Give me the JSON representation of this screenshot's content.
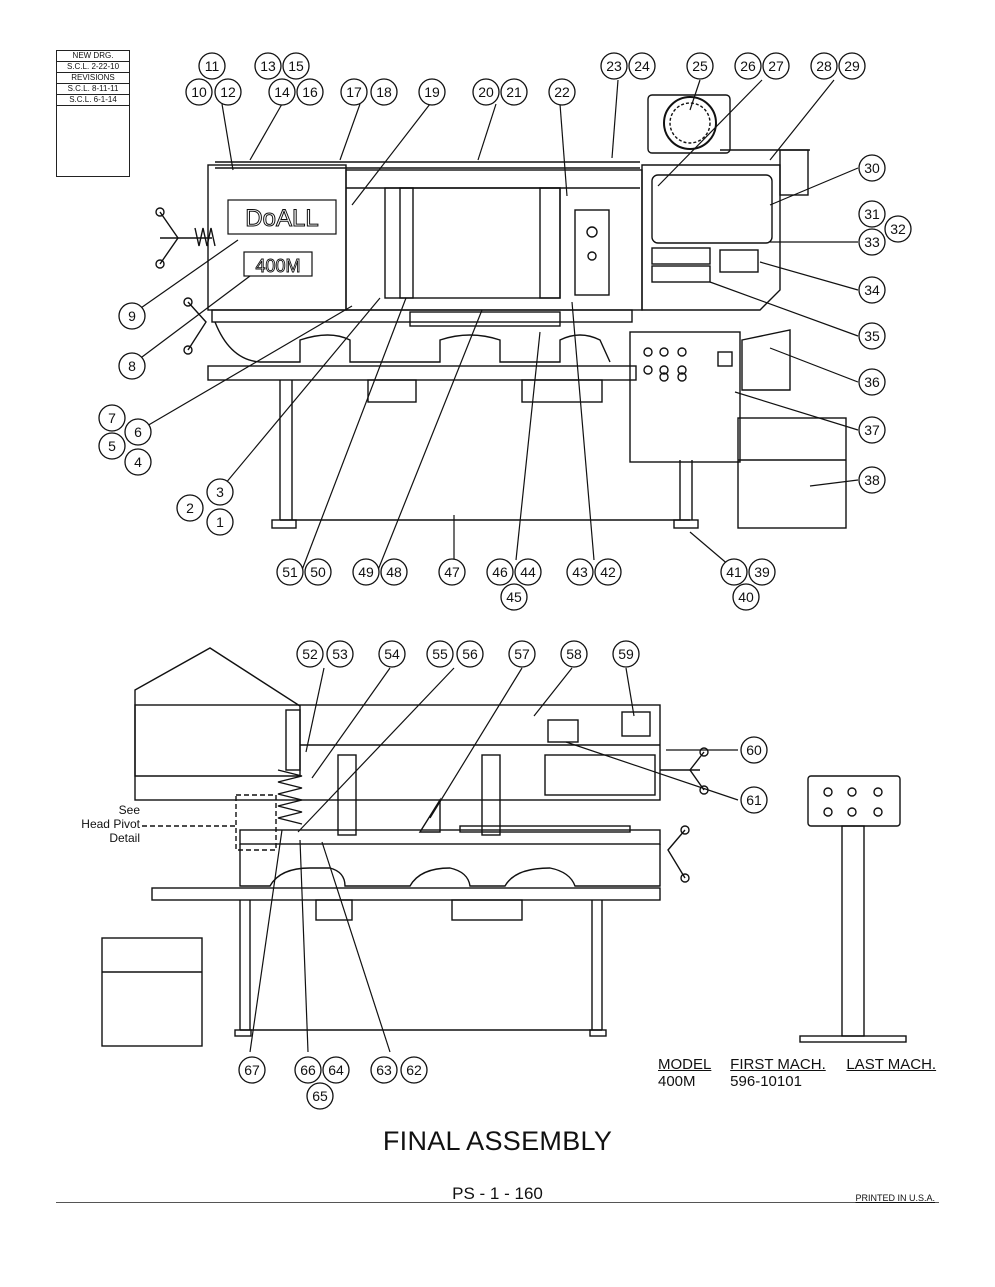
{
  "revisions": {
    "header": "NEW DRG.",
    "date1": "S.C.L. 2-22-10",
    "label": "REVISIONS",
    "rev1": "S.C.L. 8-11-11",
    "rev2": "S.C.L. 6-1-14"
  },
  "brand": {
    "logo_text": "DoALL",
    "model_badge": "400M"
  },
  "callouts_top": [
    "11",
    "10",
    "12",
    "13",
    "15",
    "14",
    "16",
    "17",
    "18",
    "19",
    "20",
    "21",
    "22",
    "23",
    "24",
    "25",
    "26",
    "27",
    "28",
    "29",
    "30",
    "31",
    "32",
    "33",
    "34",
    "35",
    "36",
    "37",
    "38",
    "9",
    "8",
    "7",
    "6",
    "5",
    "4",
    "3",
    "2",
    "1",
    "51",
    "50",
    "49",
    "48",
    "47",
    "46",
    "44",
    "45",
    "43",
    "42",
    "41",
    "39",
    "40"
  ],
  "callouts_bottom": [
    "52",
    "53",
    "54",
    "55",
    "56",
    "57",
    "58",
    "59",
    "60",
    "61",
    "67",
    "66",
    "64",
    "65",
    "63",
    "62"
  ],
  "see_label": {
    "line1": "See",
    "line2": "Head Pivot",
    "line3": "Detail"
  },
  "model_table": {
    "col1": "MODEL",
    "col2": "FIRST MACH.",
    "col3": "LAST MACH.",
    "model": "400M",
    "first": "596-10101",
    "last": ""
  },
  "title": "FINAL ASSEMBLY",
  "page_number": "PS - 1 - 160",
  "printed": "PRINTED IN U.S.A."
}
